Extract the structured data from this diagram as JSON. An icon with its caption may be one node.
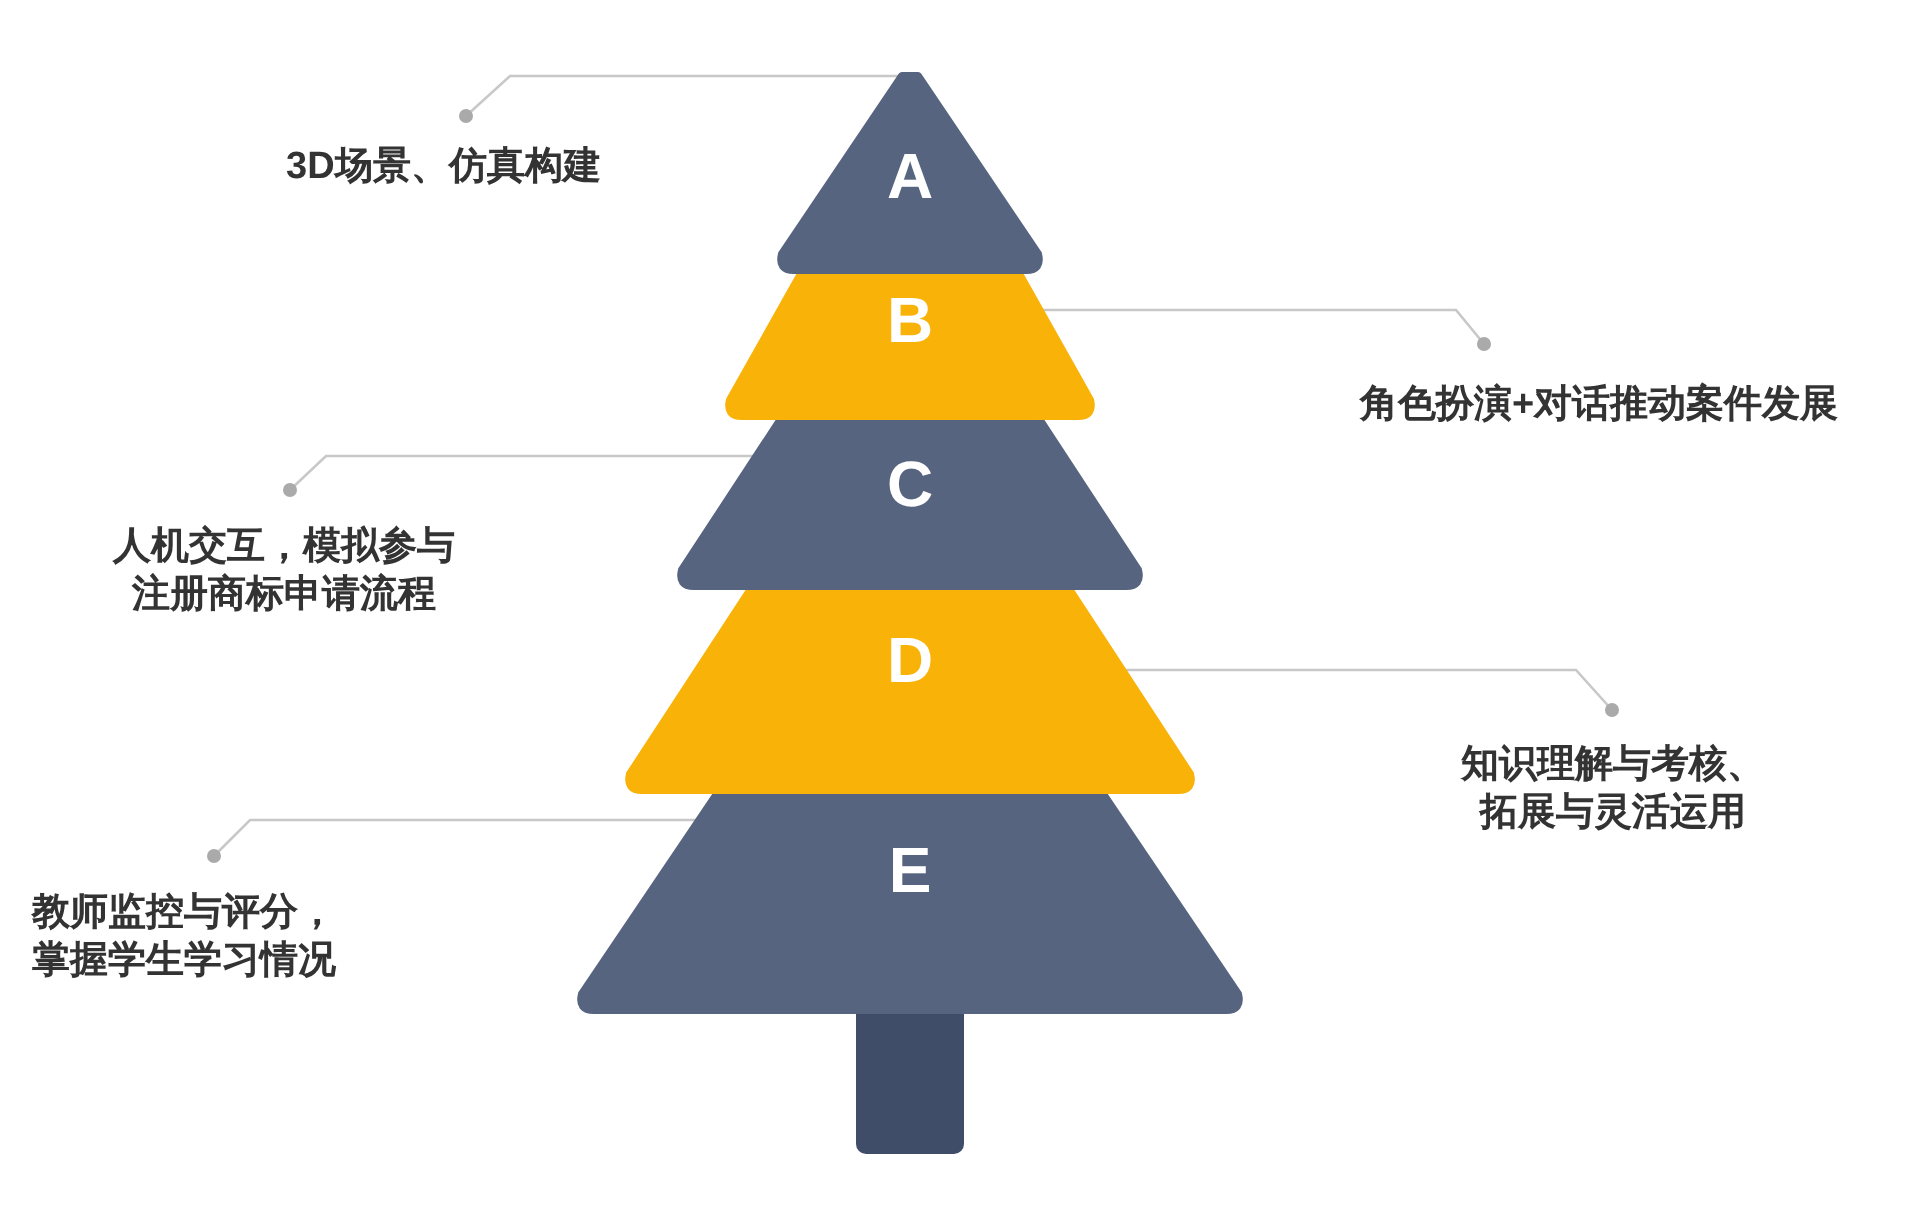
{
  "diagram": {
    "nodes": [
      {
        "text": [
          "A"
        ]
      },
      {
        "text": [
          "B"
        ]
      },
      {
        "text": [
          "C"
        ]
      },
      {
        "text": [
          "D"
        ]
      },
      {
        "text": [
          "E"
        ]
      },
      {
        "text": [
          "3D场景、仿真构建"
        ]
      },
      {
        "text": [
          "角色扮演+对话推动案件发展"
        ]
      },
      {
        "text": [
          "人机交互，模拟参与注册商标申请流程"
        ]
      },
      {
        "text": [
          "知识理解与考核、拓展与灵活运用"
        ]
      },
      {
        "text": [
          "教师监控与评分，掌握学生学习情况"
        ]
      }
    ],
    "edges": [
      {
        "from": 5,
        "to": 0,
        "arrow": "other"
      },
      {
        "from": 6,
        "to": 1,
        "arrow": "other"
      },
      {
        "from": 7,
        "to": 2,
        "arrow": "other"
      },
      {
        "from": 8,
        "to": 3,
        "arrow": "other"
      },
      {
        "from": 9,
        "to": 4,
        "arrow": "other"
      }
    ]
  }
}
